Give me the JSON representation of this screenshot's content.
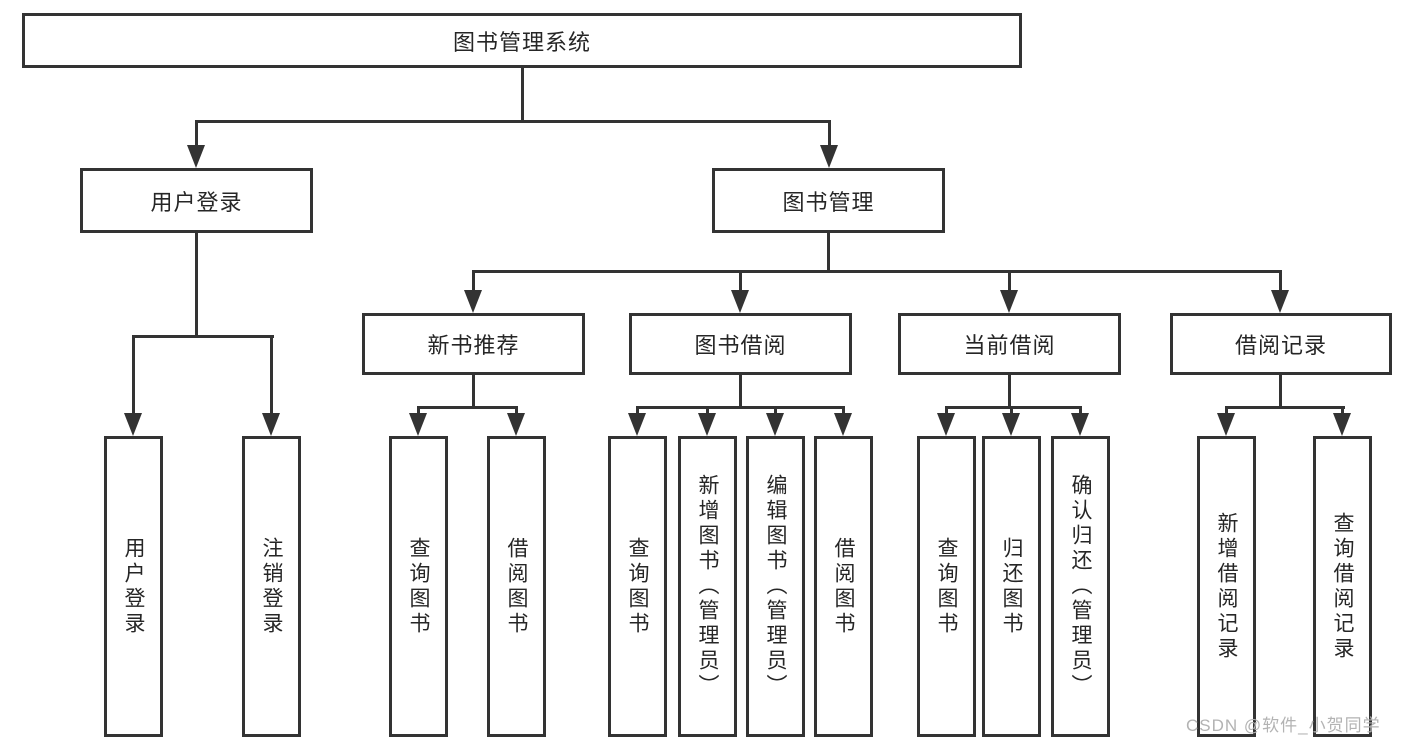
{
  "diagram": {
    "root_label": "图书管理系统",
    "level2": {
      "user_login": {
        "label": "用户登录",
        "children": [
          "用户登录",
          "注销登录"
        ]
      },
      "book_mgmt": {
        "label": "图书管理"
      }
    },
    "level3": {
      "new_books": {
        "label": "新书推荐",
        "children": [
          "查询图书",
          "借阅图书"
        ]
      },
      "book_borrow": {
        "label": "图书借阅",
        "children": [
          "查询图书",
          "新增图书（管理员）",
          "编辑图书（管理员）",
          "借阅图书"
        ]
      },
      "current_borrow": {
        "label": "当前借阅",
        "children": [
          "查询图书",
          "归还图书",
          "确认归还（管理员）"
        ]
      },
      "borrow_records": {
        "label": "借阅记录",
        "children": [
          "新增借阅记录",
          "查询借阅记录"
        ]
      }
    }
  },
  "watermark": {
    "text": "CSDN @软件_小贺同学"
  },
  "colors": {
    "line": "#333333",
    "text": "#262626",
    "watermark": "#b3b3b3",
    "background": "#ffffff"
  }
}
